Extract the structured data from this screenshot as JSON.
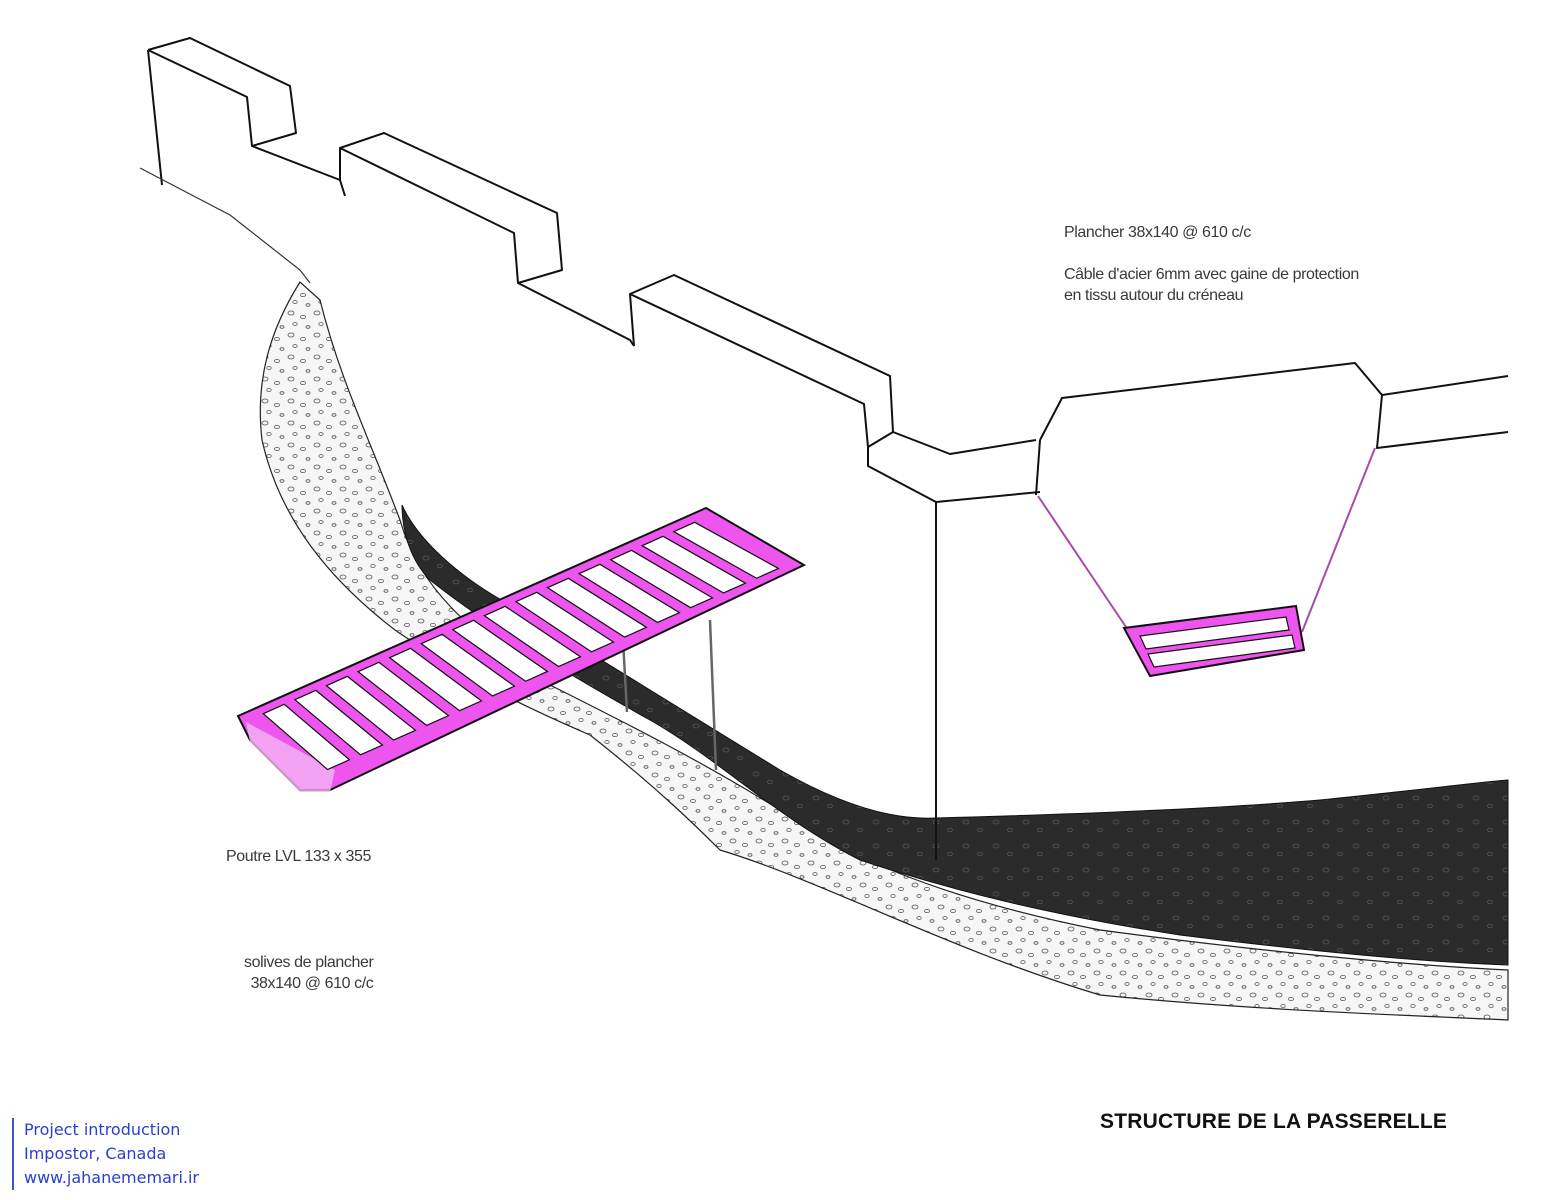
{
  "labels": {
    "plancher": "Plancher 38x140 @ 610 c/c",
    "cable_line1": "Câble d'acier 6mm avec gaine de protection",
    "cable_line2": "en tissu autour du créneau",
    "poutre": "Poutre LVL 133 x 355",
    "solives_line1": "solives de plancher",
    "solives_line2": "38x140 @ 610 c/c"
  },
  "title": "STRUCTURE DE LA PASSERELLE",
  "credit": {
    "line1": "Project introduction",
    "line2": "Impostor, Canada",
    "line3": "www.jahanememari.ir"
  },
  "colors": {
    "structure": "#ee55ee",
    "structure_shadow": "#c733c7",
    "cable": "#a64ca6",
    "rock": "#2b2b2b",
    "gravel": "#f4f4f4",
    "credit_text": "#2a3fd0"
  }
}
